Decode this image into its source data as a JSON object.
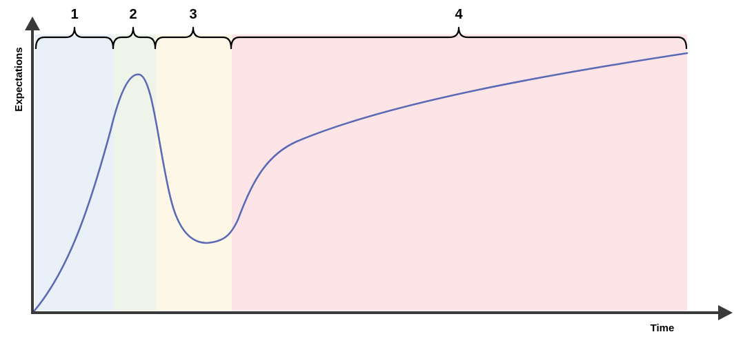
{
  "chart_data": {
    "type": "line",
    "title": "",
    "xlabel": "Time",
    "ylabel": "Expectations",
    "phases": [
      {
        "label": "1",
        "color": "#eaf0f8"
      },
      {
        "label": "2",
        "color": "#eef4ea"
      },
      {
        "label": "3",
        "color": "#fdf7e7"
      },
      {
        "label": "4",
        "color": "#fde5e7"
      }
    ],
    "series": [
      {
        "color": "#5a6ab4"
      }
    ],
    "colors": {
      "axis": "#3a3a3a",
      "brace": "#000000"
    }
  }
}
